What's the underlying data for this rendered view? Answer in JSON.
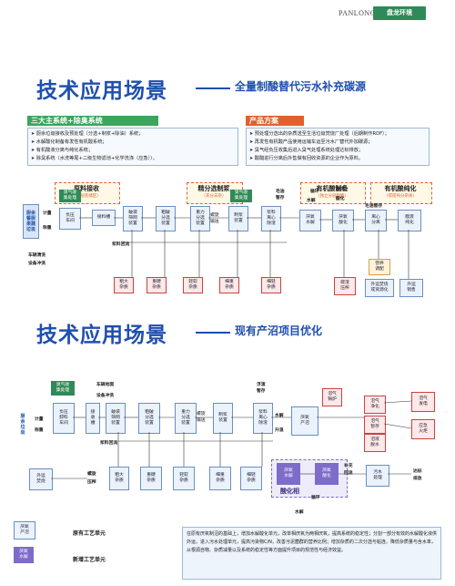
{
  "header": {
    "brand": "PANLONG",
    "logo_text": "盘龙环境"
  },
  "section1": {
    "title": "技术应用场景",
    "subtitle": "全量制酸替代污水补充碳源",
    "left_panel": {
      "heading": "三大主系统+除臭系统",
      "items": [
        "厨余垃圾接收及预处理（分选+制浆+除油）系统；",
        "水解酸化制备有发性有机酸系统；",
        "有机酸液分离与纯化系统；",
        "除臭系统（水洗等尾+二级生物滤池+化学洗涤（应急））。"
      ]
    },
    "right_panel": {
      "heading": "产品方案",
      "items": [
        "预处理分选出的杂质送至生活垃圾焚烧厂处理（后期制作RDF）；",
        "再发性有机酸产品使用运输车运至污水厂替代外加碳源；",
        "臭气经负压收集后进入臭气处理系统处理达标排放；",
        "酸醋进行分离后外售做有回收资源的企业作为原料。"
      ]
    },
    "groups": {
      "g1_title": "原料接收",
      "g1_sub": "（双层装储区）",
      "g2_title": "精分选制浆",
      "g2_sub": "（充分去杂）",
      "g3_title": "有机酸制备",
      "g3_sub": "（独立分层制酸）",
      "g4_title": "有机酸纯化",
      "g4_sub": "（得提纯分杂质）"
    },
    "flow": {
      "side": "厨余\n餐厨\n果蔬\n垃圾",
      "meter": "计量",
      "weigh": "称重",
      "odor1": "臭气收\n集处理",
      "odor2": "臭气收\n集处理",
      "neg": "负压\n车间",
      "hopper": "接料槽",
      "crush": "破袋\n筛网\n装置",
      "coarse": "粗破\n分选\n装置",
      "gravity": "重力\n分选\n装置",
      "screw": "螺旋\n输送",
      "pulp": "制浆\n装置",
      "pulp_tank": "浆料\n离心\n除渣",
      "temp": "毛油\n暂存",
      "anaerobic": "厌氧\n水解",
      "acid": "厌氧\n酸化",
      "circ1": "循环",
      "circ2": "循环",
      "water": "水解",
      "acidify": "酸化",
      "oil_temp": "毛油暂存",
      "centrifuge": "离心\n分离",
      "fine": "膜渡\n纯化",
      "return": "浆料回流",
      "wash": "车辆清洗\n设备冲洗",
      "impurity": [
        "粗大\n杂质",
        "重硬\n杂质",
        "轻软\n杂质",
        "细重\n杂质",
        "细轻\n杂质"
      ],
      "slag": "碳渣\n压榨",
      "nutrient": "营养\n调配",
      "out1": "外运焚烧\n或资源化",
      "out2": "外运\n销售"
    }
  },
  "section2": {
    "title": "技术应用场景",
    "subtitle": "现有产沼项目优化",
    "flow": {
      "side": "厨\n余\n垃\n圾",
      "meter": "计量",
      "weigh": "称重",
      "odor": "臭气收\n集处理",
      "wash1": "车辆地面",
      "wash2": "设备冲洗",
      "neg": "负压\n卸料\n车间",
      "hopper": "接\n收\n槽",
      "crush": "破袋\n筛网\n装置",
      "coarse": "粗破\n分选\n装置",
      "gravity": "重力\n分选\n装置",
      "screw": "螺旋\n输送",
      "pulp": "制浆\n装置",
      "pulp_tank": "浆料\n离心\n除渣",
      "float": "浮渣\n暂存",
      "water": "水解",
      "heat": "升温",
      "biogas": "厌氧\n产沼",
      "return": "浆料回流",
      "biogas_boiler": "沼气\n锅炉",
      "purify": "沼气\n净化",
      "store": "沼气\n暂存",
      "desulf": "沼液\n脱水",
      "gen": "沼气\n发电",
      "flare": "应急\n火炬",
      "outside": "外运\n焚烧",
      "press": "螺旋\n压榨",
      "impurity": [
        "粗大\n杂质",
        "重硬\n杂质",
        "轻软\n杂质",
        "细重\n杂质",
        "细轻\n杂质"
      ],
      "anaerobic": "厌氧\n水解",
      "acid": "厌氧\n酸化",
      "acid_phase": "酸化相",
      "reflux": "补充\n回流",
      "circ": "循环",
      "hydro": "水解",
      "sewage": "污水\n处理",
      "discharge": "达标\n排放"
    },
    "legend": {
      "item1_box": "厌氧\n产沼",
      "item1_label": "原有工艺单元",
      "item2_box": "厌氧\n水解",
      "item2_label": "新增工艺单元"
    },
    "note": "在原有厌氧制沼的基础上，增加水解酸化单元，改单相厌氧为两相厌氧，提高系统的稳定性；分割一部分有效的水解酸化液供外运，进入污水处理单元，提高污染物C/N，改善污泥菌群的营养比例；增加杂质的二次分选与粘连，降低杂质量与含水率，从根源自物、杂质减量以及系统的稳定性等方面提升项目的规范性与经济效益。"
  },
  "colors": {
    "brand_blue": "#1f4fae",
    "green": "#2e8b57",
    "orange": "#e06030",
    "purple": "#7e6cc9"
  }
}
